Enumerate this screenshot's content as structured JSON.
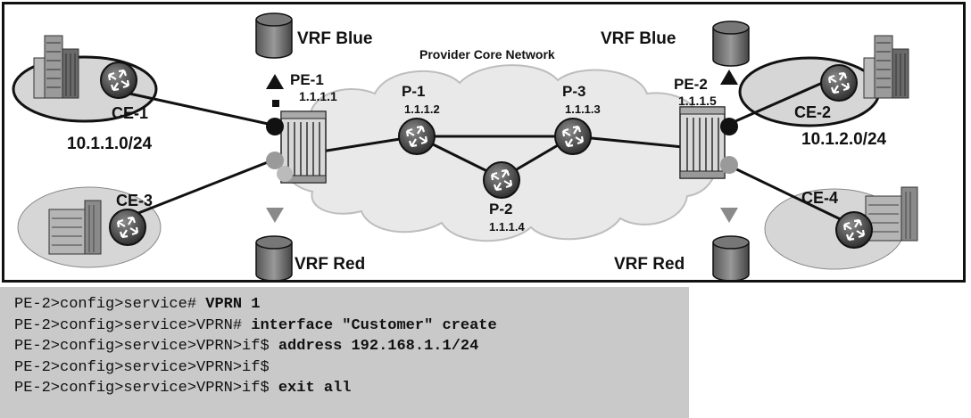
{
  "diagram": {
    "cloud_label": "Provider Core Network",
    "vrf_blue_left": "VRF Blue",
    "vrf_blue_right": "VRF Blue",
    "vrf_red_left": "VRF Red",
    "vrf_red_right": "VRF Red",
    "routers": {
      "pe1": {
        "name": "PE-1",
        "ip": "1.1.1.1"
      },
      "pe2": {
        "name": "PE-2",
        "ip": "1.1.1.5"
      },
      "p1": {
        "name": "P-1",
        "ip": "1.1.1.2"
      },
      "p2": {
        "name": "P-2",
        "ip": "1.1.1.4"
      },
      "p3": {
        "name": "P-3",
        "ip": "1.1.1.3"
      },
      "ce1": {
        "name": "CE-1",
        "subnet": "10.1.1.0/24"
      },
      "ce2": {
        "name": "CE-2",
        "subnet": "10.1.2.0/24"
      },
      "ce3": {
        "name": "CE-3"
      },
      "ce4": {
        "name": "CE-4"
      }
    }
  },
  "cli": {
    "lines": [
      {
        "prompt": "PE-2>config>service# ",
        "cmd": "VPRN 1"
      },
      {
        "prompt": "PE-2>config>service>VPRN# ",
        "cmd": "interface \"Customer\" create"
      },
      {
        "prompt": "PE-2>config>service>VPRN>if$ ",
        "cmd": "address 192.168.1.1/24"
      },
      {
        "prompt": "PE-2>config>service>VPRN>if$",
        "cmd": ""
      },
      {
        "prompt": "PE-2>config>service>VPRN>if$ ",
        "cmd": "exit all"
      }
    ]
  },
  "colors": {
    "cloud": "#e9e9e9",
    "site_fill": "#d6d6d6",
    "cli_bg": "#c9c9c9"
  }
}
